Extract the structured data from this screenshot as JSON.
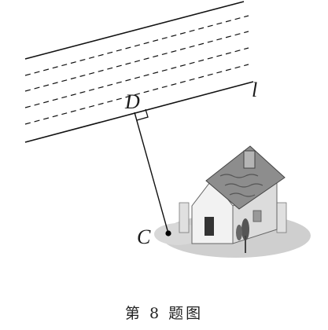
{
  "labels": {
    "line": "l",
    "foot": "D",
    "point": "C"
  },
  "caption": "第 8 题图"
}
